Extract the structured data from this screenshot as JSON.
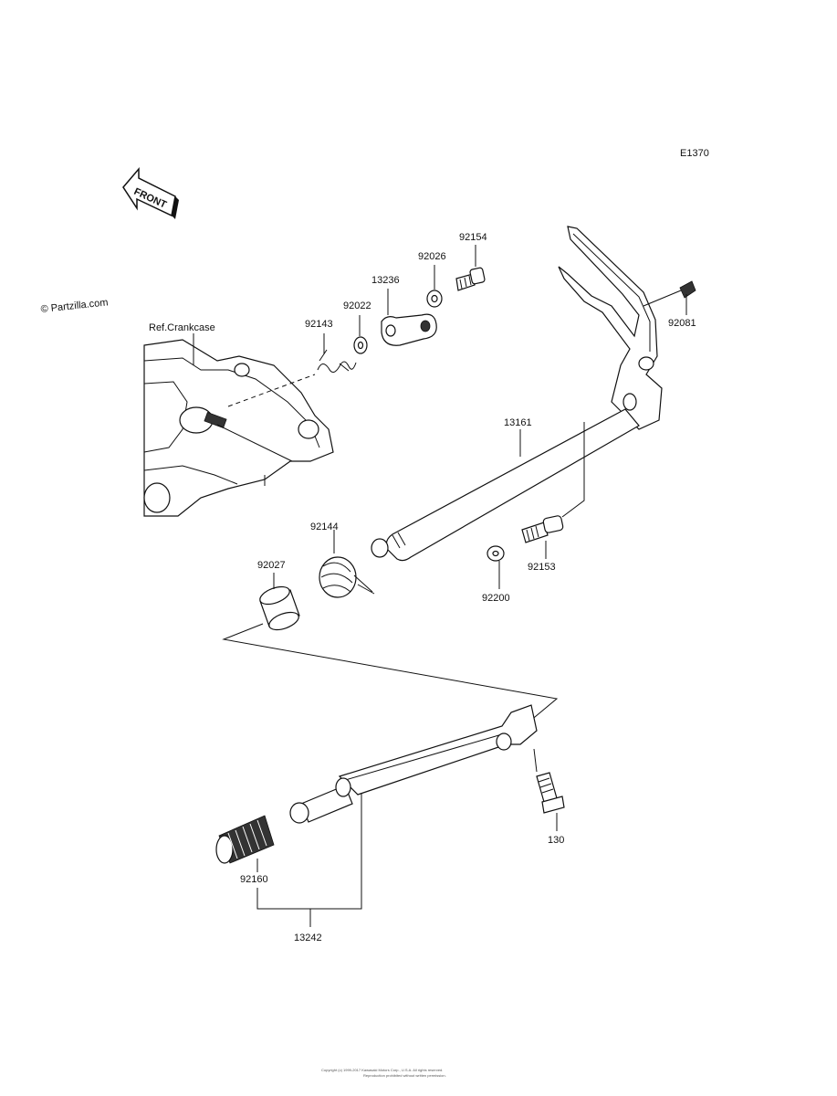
{
  "header": {
    "diagram_code": "E1370",
    "watermark": "© Partzilla.com",
    "front_arrow": "FRONT"
  },
  "labels": {
    "ref_crankcase": "Ref.Crankcase",
    "p92143": "92143",
    "p92022": "92022",
    "p13236": "13236",
    "p92026": "92026",
    "p92154": "92154",
    "p92081": "92081",
    "p13161": "13161",
    "p92144": "92144",
    "p92027": "92027",
    "p92153": "92153",
    "p92200": "92200",
    "p130": "130",
    "p92160": "92160",
    "p13242": "13242"
  },
  "footer": {
    "line1": "Copyright (c) 1999-2017 Kawasaki Motors Corp., U.S.A. All rights reserved.",
    "line2": "Reproduction prohibited without written permission."
  }
}
